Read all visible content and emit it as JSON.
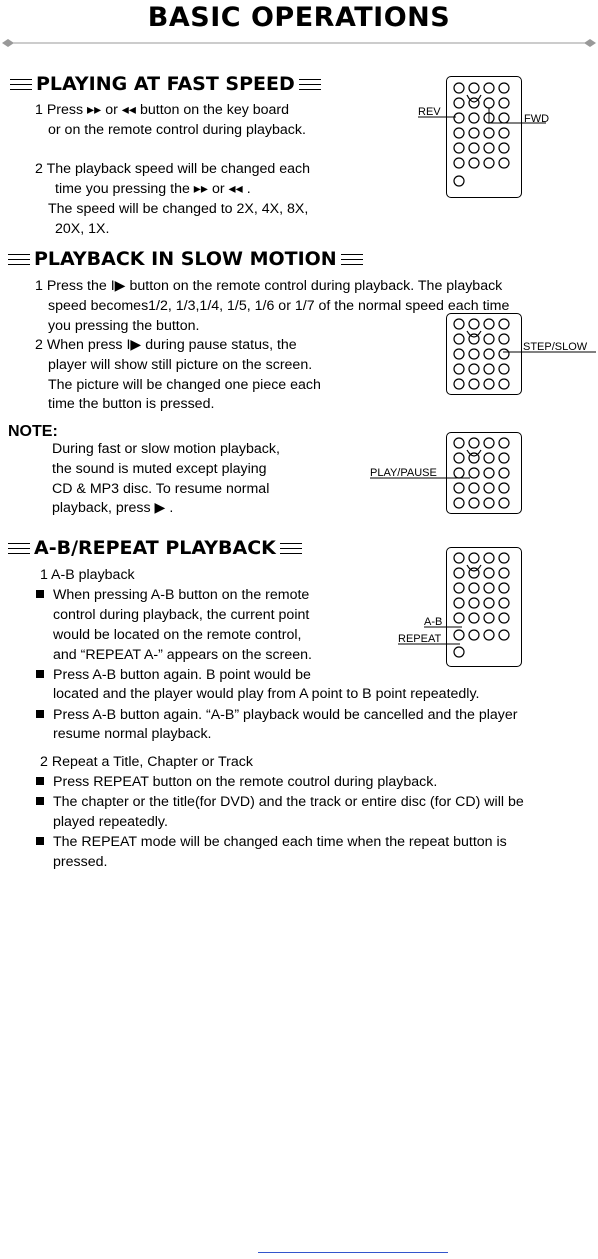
{
  "page_title": "BASIC OPERATIONS",
  "sections": {
    "fast": {
      "heading": "PLAYING AT FAST SPEED",
      "lines": [
        "1 Press  ▸▸  or  ◂◂   button on the key board",
        "or on the remote control during playback.",
        "2 The playback speed will be changed each",
        "time you pressing the  ▸▸  or ◂◂ .",
        "The speed will be changed  to 2X, 4X,  8X,",
        "20X,  1X."
      ],
      "labels": {
        "rev": "REV",
        "fwd": "FWD"
      }
    },
    "slow": {
      "heading": "PLAYBACK IN SLOW MOTION",
      "lines": [
        "1 Press the  I▶  button on the remote control during playback. The playback",
        "speed becomes1/2, 1/3,1/4, 1/5, 1/6 or 1/7 of the normal speed each time",
        "you pressing the button.",
        "2 When press  I▶  during pause status, the",
        "player will show still picture on the screen.",
        "The picture will be changed one piece each",
        "time the button is pressed."
      ],
      "labels": {
        "step": "STEP/SLOW"
      }
    },
    "note": {
      "heading": "NOTE:",
      "lines": [
        "During fast or slow motion playback,",
        "the sound is muted except playing",
        "CD & MP3 disc. To resume normal",
        "playback,  press   ▶  ."
      ],
      "labels": {
        "play": "PLAY/PAUSE"
      }
    },
    "ab": {
      "heading": "A-B/REPEAT PLAYBACK",
      "sub1": "1 A-B playback",
      "b1": [
        "When pressing A-B button on the remote",
        "control during playback, the current point",
        "would be located on the remote control,",
        "and  “REPEAT A-”  appears on the screen."
      ],
      "b2": [
        "Press A-B button again. B point would be",
        "located and the player would play  from A point to B point repeatedly."
      ],
      "b3": [
        "Press A-B button again.  “A-B” playback would be cancelled and the player",
        "resume normal playback."
      ],
      "sub2": "2 Repeat a Title, Chapter or Track",
      "b4": [
        "Press REPEAT button on the remote coutrol during playback."
      ],
      "b5": [
        "The chapter or the title(for DVD) and the track or entire disc (for CD) will be",
        "played repeatedly."
      ],
      "b6": [
        "The REPEAT mode will be changed each time when the repeat button is",
        "pressed."
      ],
      "labels": {
        "ab": "A-B",
        "repeat": "REPEAT"
      }
    }
  }
}
